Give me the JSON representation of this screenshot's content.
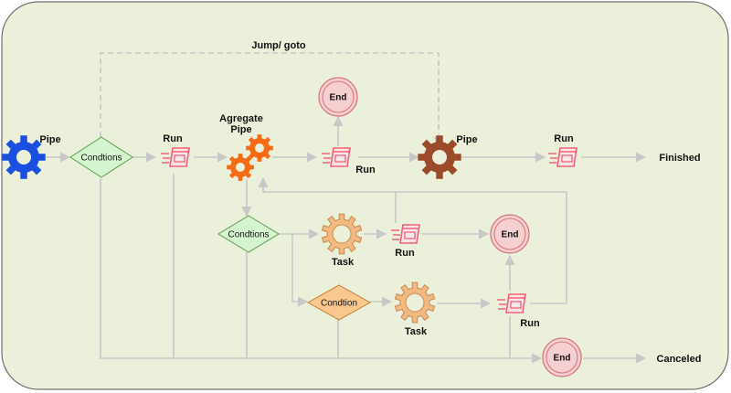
{
  "labels": {
    "jump": "Jump/ goto",
    "pipe_start": "Pipe",
    "conditions_1": "Condtions",
    "run_1": "Run",
    "aggregate_line1": "Agregate",
    "aggregate_line2": "Pipe",
    "end_top": "End",
    "run_2": "Run",
    "pipe_mid": "Pipe",
    "run_3": "Run",
    "finished": "Finished",
    "conditions_2": "Condtions",
    "task_1": "Task",
    "run_4": "Run",
    "end_mid": "End",
    "condition_3": "Condtion",
    "task_2": "Task",
    "run_5": "Run",
    "end_bottom": "End",
    "canceled": "Canceled"
  },
  "colors": {
    "canvas_bg": "#eaf0d9",
    "canvas_border": "#6f6f6f",
    "edge": "#c8c8c8",
    "gear_blue": "#1a4fe0",
    "gear_orange": "#f56a14",
    "gear_brown": "#9b4a2a",
    "gear_task": "#f3b983",
    "conditions_fill": "#d5f5d0",
    "conditions_stroke": "#5b9e4f",
    "condition_fill": "#f9c88e",
    "condition_stroke": "#c27d36",
    "end_fill": "#f6cfd1",
    "end_stroke": "#d9747b",
    "run_icon": "#f06277"
  },
  "icons": {
    "pipe": "gear-icon",
    "aggregate": "double-gear-icon",
    "run": "run-scroll-icon",
    "end": "end-circle-icon",
    "task": "gear-outline-icon"
  }
}
